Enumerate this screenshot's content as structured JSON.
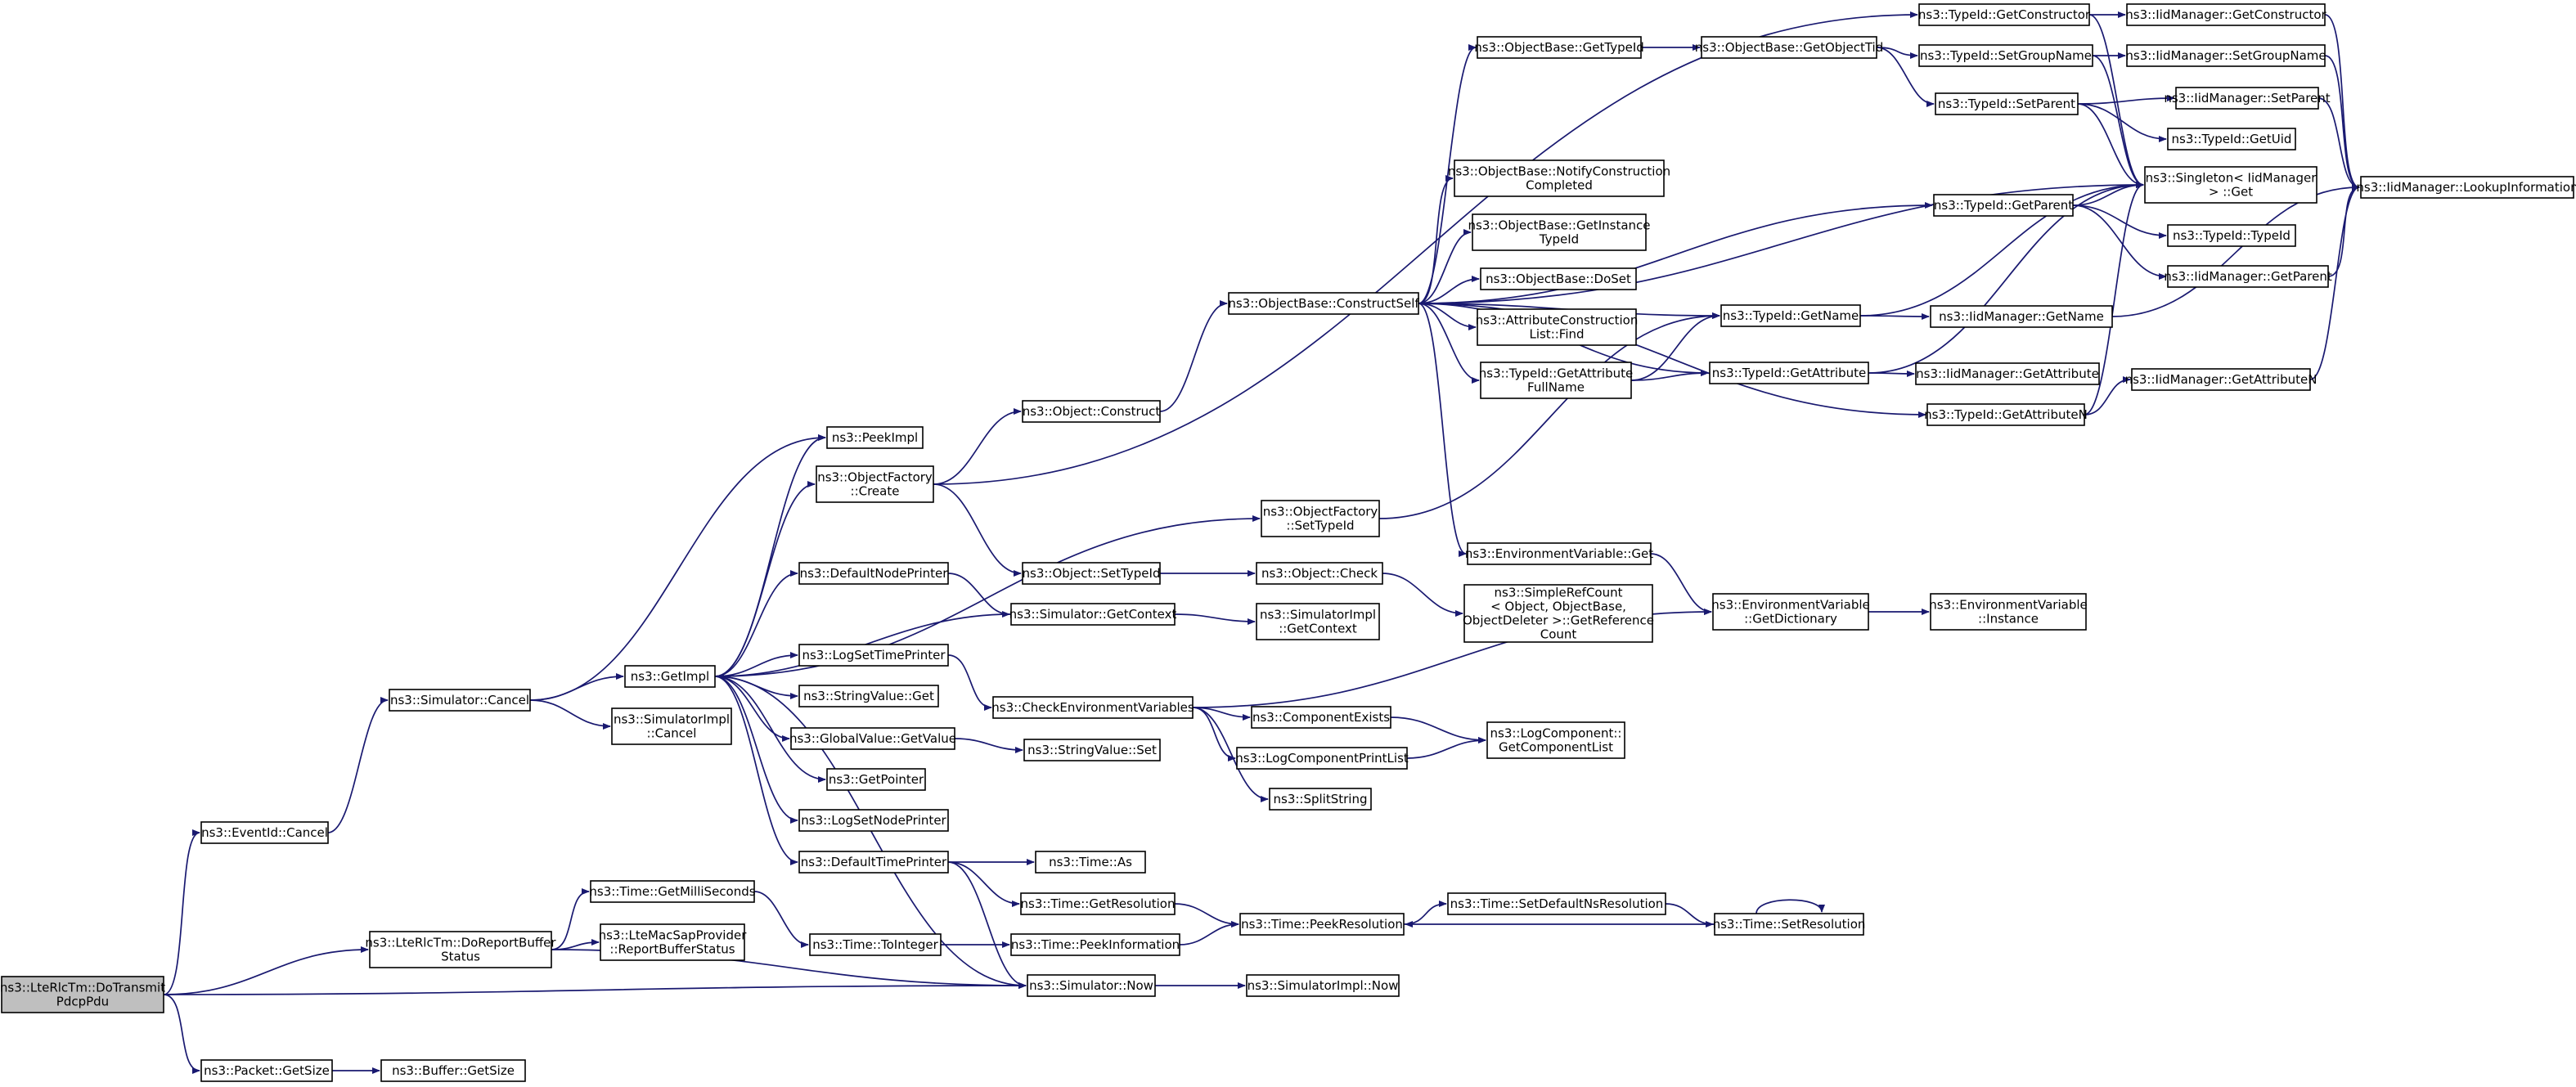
{
  "nodes": [
    {
      "id": "root",
      "lines": [
        "ns3::LteRlcTm::DoTransmit",
        "PdcpPdu"
      ]
    },
    {
      "id": "eventcancel",
      "lines": [
        "ns3::EventId::Cancel"
      ]
    },
    {
      "id": "dorbs",
      "lines": [
        "ns3::LteRlcTm::DoReportBuffer",
        "Status"
      ]
    },
    {
      "id": "pktsize",
      "lines": [
        "ns3::Packet::GetSize"
      ]
    },
    {
      "id": "bufsize",
      "lines": [
        "ns3::Buffer::GetSize"
      ]
    },
    {
      "id": "simcancel",
      "lines": [
        "ns3::Simulator::Cancel"
      ]
    },
    {
      "id": "getimpl",
      "lines": [
        "ns3::GetImpl"
      ]
    },
    {
      "id": "simimplcancel",
      "lines": [
        "ns3::SimulatorImpl",
        "::Cancel"
      ]
    },
    {
      "id": "peekimpl",
      "lines": [
        "ns3::PeekImpl"
      ]
    },
    {
      "id": "ofcreate",
      "lines": [
        "ns3::ObjectFactory",
        "::Create"
      ]
    },
    {
      "id": "defnodeprinter",
      "lines": [
        "ns3::DefaultNodePrinter"
      ]
    },
    {
      "id": "logsettimeprinter",
      "lines": [
        "ns3::LogSetTimePrinter"
      ]
    },
    {
      "id": "stringvalueget",
      "lines": [
        "ns3::StringValue::Get"
      ]
    },
    {
      "id": "globalvalueget",
      "lines": [
        "ns3::GlobalValue::GetValue"
      ]
    },
    {
      "id": "getpointer",
      "lines": [
        "ns3::GetPointer"
      ]
    },
    {
      "id": "logsetnodeprinter",
      "lines": [
        "ns3::LogSetNodePrinter"
      ]
    },
    {
      "id": "deftimeprinter",
      "lines": [
        "ns3::DefaultTimePrinter"
      ]
    },
    {
      "id": "getms",
      "lines": [
        "ns3::Time::GetMilliSeconds"
      ]
    },
    {
      "id": "macsap",
      "lines": [
        "ns3::LteMacSapProvider",
        "::ReportBufferStatus"
      ]
    },
    {
      "id": "tointeger",
      "lines": [
        "ns3::Time::ToInteger"
      ]
    },
    {
      "id": "objconstruct",
      "lines": [
        "ns3::Object::Construct"
      ]
    },
    {
      "id": "objsettypeid",
      "lines": [
        "ns3::Object::SetTypeId"
      ]
    },
    {
      "id": "simgetctx",
      "lines": [
        "ns3::Simulator::GetContext"
      ]
    },
    {
      "id": "checkenv",
      "lines": [
        "ns3::CheckEnvironmentVariables"
      ]
    },
    {
      "id": "stringvalueset",
      "lines": [
        "ns3::StringValue::Set"
      ]
    },
    {
      "id": "timeas",
      "lines": [
        "ns3::Time::As"
      ]
    },
    {
      "id": "getres",
      "lines": [
        "ns3::Time::GetResolution"
      ]
    },
    {
      "id": "peekinfo",
      "lines": [
        "ns3::Time::PeekInformation"
      ]
    },
    {
      "id": "simnow",
      "lines": [
        "ns3::Simulator::Now"
      ]
    },
    {
      "id": "obconstructself",
      "lines": [
        "ns3::ObjectBase::ConstructSelf"
      ]
    },
    {
      "id": "ofsettypeid",
      "lines": [
        "ns3::ObjectFactory",
        "::SetTypeId"
      ]
    },
    {
      "id": "objcheck",
      "lines": [
        "ns3::Object::Check"
      ]
    },
    {
      "id": "simimplgetctx",
      "lines": [
        "ns3::SimulatorImpl",
        "::GetContext"
      ]
    },
    {
      "id": "compexists",
      "lines": [
        "ns3::ComponentExists"
      ]
    },
    {
      "id": "logcompprintlist",
      "lines": [
        "ns3::LogComponentPrintList"
      ]
    },
    {
      "id": "splitstring",
      "lines": [
        "ns3::SplitString"
      ]
    },
    {
      "id": "peekres",
      "lines": [
        "ns3::Time::PeekResolution"
      ]
    },
    {
      "id": "simimplnow",
      "lines": [
        "ns3::SimulatorImpl::Now"
      ]
    },
    {
      "id": "obgettypeid",
      "lines": [
        "ns3::ObjectBase::GetTypeId"
      ]
    },
    {
      "id": "obnotify",
      "lines": [
        "ns3::ObjectBase::NotifyConstruction",
        "Completed"
      ]
    },
    {
      "id": "obgetinst",
      "lines": [
        "ns3::ObjectBase::GetInstance",
        "TypeId"
      ]
    },
    {
      "id": "obdoset",
      "lines": [
        "ns3::ObjectBase::DoSet"
      ]
    },
    {
      "id": "attrcfind",
      "lines": [
        "ns3::AttributeConstruction",
        "List::Find"
      ]
    },
    {
      "id": "tidgetattrfull",
      "lines": [
        "ns3::TypeId::GetAttribute",
        "FullName"
      ]
    },
    {
      "id": "envget",
      "lines": [
        "ns3::EnvironmentVariable::Get"
      ]
    },
    {
      "id": "simplerefcount",
      "lines": [
        "ns3::SimpleRefCount",
        "< Object, ObjectBase,",
        "ObjectDeleter >::GetReference",
        "Count"
      ]
    },
    {
      "id": "logcompgetlist",
      "lines": [
        "ns3::LogComponent::",
        "GetComponentList"
      ]
    },
    {
      "id": "setdefns",
      "lines": [
        "ns3::Time::SetDefaultNsResolution"
      ]
    },
    {
      "id": "obgetobjtid",
      "lines": [
        "ns3::ObjectBase::GetObjectTid"
      ]
    },
    {
      "id": "tidgetname",
      "lines": [
        "ns3::TypeId::GetName"
      ]
    },
    {
      "id": "tidgetattr",
      "lines": [
        "ns3::TypeId::GetAttribute"
      ]
    },
    {
      "id": "envgetdict",
      "lines": [
        "ns3::EnvironmentVariable",
        "::GetDictionary"
      ]
    },
    {
      "id": "setres",
      "lines": [
        "ns3::Time::SetResolution"
      ]
    },
    {
      "id": "tidgetctor",
      "lines": [
        "ns3::TypeId::GetConstructor"
      ]
    },
    {
      "id": "tidsetgroup",
      "lines": [
        "ns3::TypeId::SetGroupName"
      ]
    },
    {
      "id": "tidsetparent",
      "lines": [
        "ns3::TypeId::SetParent"
      ]
    },
    {
      "id": "tidgetparent",
      "lines": [
        "ns3::TypeId::GetParent"
      ]
    },
    {
      "id": "tidgetattrn",
      "lines": [
        "ns3::TypeId::GetAttributeN"
      ]
    },
    {
      "id": "envinstance",
      "lines": [
        "ns3::EnvironmentVariable",
        "::Instance"
      ]
    },
    {
      "id": "iidgetctor",
      "lines": [
        "ns3::IidManager::GetConstructor"
      ]
    },
    {
      "id": "iidsetgroup",
      "lines": [
        "ns3::IidManager::SetGroupName"
      ]
    },
    {
      "id": "iidsetparent",
      "lines": [
        "ns3::IidManager::SetParent"
      ]
    },
    {
      "id": "tidgetuid",
      "lines": [
        "ns3::TypeId::GetUid"
      ]
    },
    {
      "id": "singleton",
      "lines": [
        "ns3::Singleton< IidManager",
        "> ::Get"
      ]
    },
    {
      "id": "tidtypeid",
      "lines": [
        "ns3::TypeId::TypeId"
      ]
    },
    {
      "id": "iidgetparent",
      "lines": [
        "ns3::IidManager::GetParent"
      ]
    },
    {
      "id": "iidgetname",
      "lines": [
        "ns3::IidManager::GetName"
      ]
    },
    {
      "id": "iidgetattr",
      "lines": [
        "ns3::IidManager::GetAttribute"
      ]
    },
    {
      "id": "iidgetattrn",
      "lines": [
        "ns3::IidManager::GetAttributeN"
      ]
    },
    {
      "id": "iidlookup",
      "lines": [
        "ns3::IidManager::LookupInformation"
      ]
    }
  ],
  "edges": [
    [
      "root",
      "eventcancel"
    ],
    [
      "root",
      "dorbs"
    ],
    [
      "root",
      "pktsize"
    ],
    [
      "root",
      "simnow"
    ],
    [
      "pktsize",
      "bufsize"
    ],
    [
      "eventcancel",
      "simcancel"
    ],
    [
      "dorbs",
      "getms"
    ],
    [
      "dorbs",
      "macsap"
    ],
    [
      "dorbs",
      "simnow"
    ],
    [
      "getms",
      "tointeger"
    ],
    [
      "tointeger",
      "peekinfo"
    ],
    [
      "peekinfo",
      "peekres"
    ],
    [
      "simcancel",
      "getimpl"
    ],
    [
      "simcancel",
      "simimplcancel"
    ],
    [
      "simcancel",
      "peekimpl"
    ],
    [
      "getimpl",
      "peekimpl"
    ],
    [
      "getimpl",
      "ofcreate"
    ],
    [
      "getimpl",
      "defnodeprinter"
    ],
    [
      "getimpl",
      "logsettimeprinter"
    ],
    [
      "getimpl",
      "stringvalueget"
    ],
    [
      "getimpl",
      "globalvalueget"
    ],
    [
      "getimpl",
      "getpointer"
    ],
    [
      "getimpl",
      "logsetnodeprinter"
    ],
    [
      "getimpl",
      "deftimeprinter"
    ],
    [
      "getimpl",
      "ofsettypeid"
    ],
    [
      "getimpl",
      "simnow"
    ],
    [
      "simgetctx",
      "getimpl"
    ],
    [
      "ofcreate",
      "objconstruct"
    ],
    [
      "ofcreate",
      "objsettypeid"
    ],
    [
      "ofcreate",
      "tidgetctor"
    ],
    [
      "defnodeprinter",
      "simgetctx"
    ],
    [
      "logsettimeprinter",
      "checkenv"
    ],
    [
      "globalvalueget",
      "stringvalueset"
    ],
    [
      "deftimeprinter",
      "timeas"
    ],
    [
      "deftimeprinter",
      "getres"
    ],
    [
      "deftimeprinter",
      "simnow"
    ],
    [
      "getres",
      "peekres"
    ],
    [
      "simnow",
      "simimplnow"
    ],
    [
      "objconstruct",
      "obconstructself"
    ],
    [
      "objsettypeid",
      "objcheck"
    ],
    [
      "objcheck",
      "simplerefcount"
    ],
    [
      "simgetctx",
      "simimplgetctx"
    ],
    [
      "checkenv",
      "compexists"
    ],
    [
      "checkenv",
      "logcompprintlist"
    ],
    [
      "checkenv",
      "splitstring"
    ],
    [
      "checkenv",
      "envgetdict"
    ],
    [
      "compexists",
      "logcompgetlist"
    ],
    [
      "logcompprintlist",
      "logcompgetlist"
    ],
    [
      "ofsettypeid",
      "tidgetname"
    ],
    [
      "obconstructself",
      "obgettypeid"
    ],
    [
      "obconstructself",
      "obnotify"
    ],
    [
      "obconstructself",
      "obgetinst"
    ],
    [
      "obconstructself",
      "obdoset"
    ],
    [
      "obconstructself",
      "attrcfind"
    ],
    [
      "obconstructself",
      "tidgetattrfull"
    ],
    [
      "obconstructself",
      "envget"
    ],
    [
      "obconstructself",
      "tidgetname"
    ],
    [
      "obconstructself",
      "tidgetattr"
    ],
    [
      "obconstructself",
      "tidgetattrn"
    ],
    [
      "obconstructself",
      "tidgetparent"
    ],
    [
      "obconstructself",
      "singleton"
    ],
    [
      "obgettypeid",
      "obgetobjtid"
    ],
    [
      "obgetobjtid",
      "tidsetgroup"
    ],
    [
      "obgetobjtid",
      "tidsetparent"
    ],
    [
      "tidgetattrfull",
      "tidgetname"
    ],
    [
      "tidgetattrfull",
      "tidgetattr"
    ],
    [
      "envget",
      "envgetdict"
    ],
    [
      "envgetdict",
      "envinstance"
    ],
    [
      "peekres",
      "setdefns"
    ],
    [
      "setdefns",
      "setres"
    ],
    [
      "setres",
      "peekres"
    ],
    [
      "setres",
      "setres"
    ],
    [
      "tidgetname",
      "iidgetname"
    ],
    [
      "tidgetname",
      "singleton"
    ],
    [
      "tidgetattr",
      "iidgetattr"
    ],
    [
      "tidgetattr",
      "singleton"
    ],
    [
      "tidgetctor",
      "iidgetctor"
    ],
    [
      "tidgetctor",
      "singleton"
    ],
    [
      "tidsetgroup",
      "iidsetgroup"
    ],
    [
      "tidsetgroup",
      "singleton"
    ],
    [
      "tidsetparent",
      "iidsetparent"
    ],
    [
      "tidsetparent",
      "tidgetuid"
    ],
    [
      "tidsetparent",
      "singleton"
    ],
    [
      "tidgetparent",
      "tidtypeid"
    ],
    [
      "tidgetparent",
      "iidgetparent"
    ],
    [
      "tidgetparent",
      "singleton"
    ],
    [
      "tidgetattrn",
      "iidgetattrn"
    ],
    [
      "tidgetattrn",
      "singleton"
    ],
    [
      "iidgetctor",
      "iidlookup"
    ],
    [
      "iidsetgroup",
      "iidlookup"
    ],
    [
      "iidsetparent",
      "iidlookup"
    ],
    [
      "iidgetparent",
      "iidlookup"
    ],
    [
      "iidgetname",
      "iidlookup"
    ],
    [
      "iidgetattrn",
      "iidlookup"
    ]
  ]
}
